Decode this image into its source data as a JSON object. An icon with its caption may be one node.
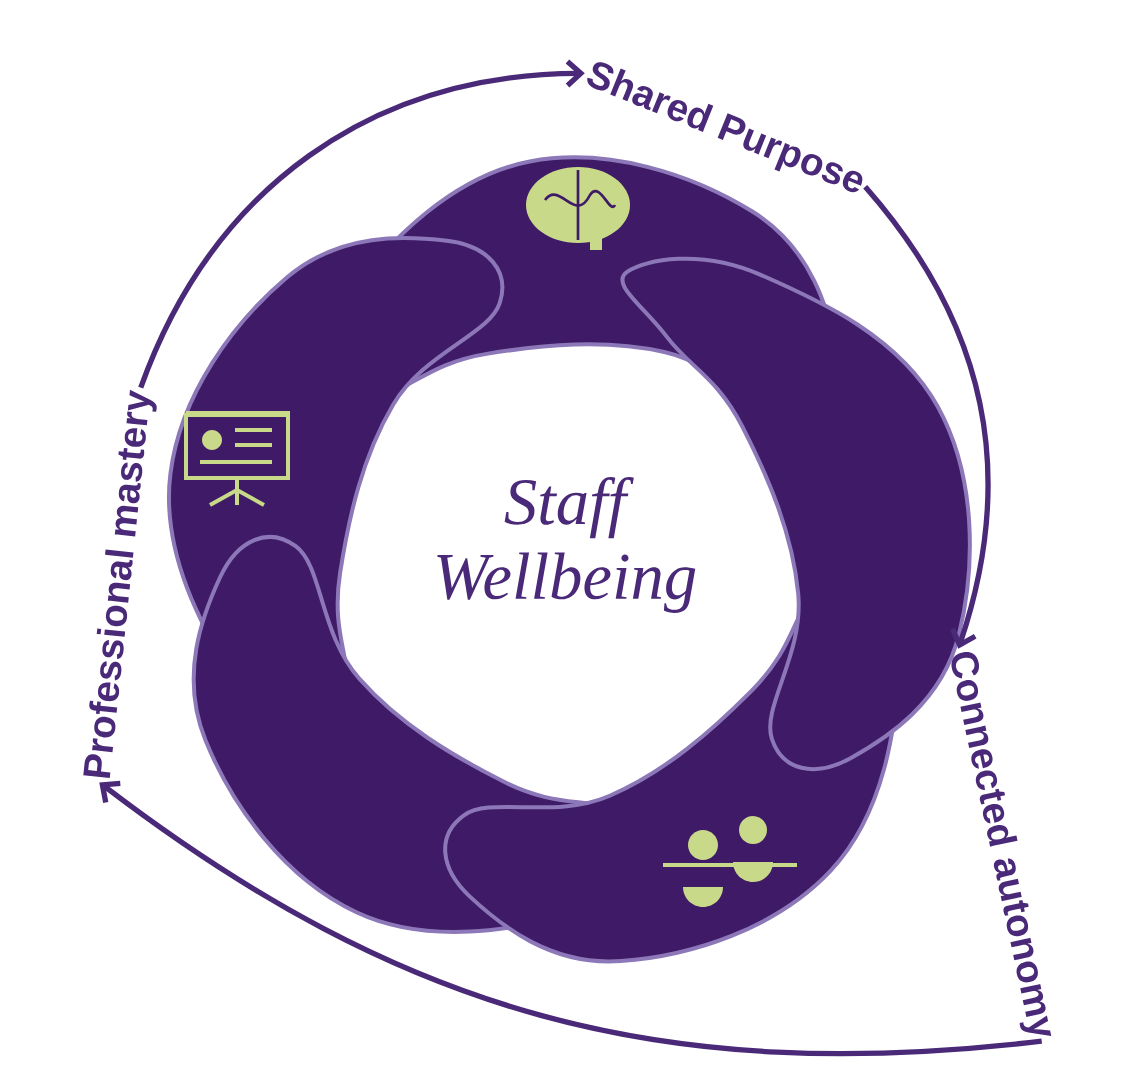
{
  "diagram": {
    "nodes": [
      {
        "text": [
          "Shared Purpose"
        ]
      },
      {
        "text": [
          "Connected autonomy"
        ]
      },
      {
        "text": [
          "Professional mastery"
        ]
      }
    ],
    "edges": [
      {
        "from": 2,
        "to": 0,
        "arrow": "to"
      },
      {
        "from": 0,
        "to": 1,
        "arrow": "to"
      },
      {
        "from": 1,
        "to": 2,
        "arrow": "to"
      }
    ],
    "labels": [
      "Staff Wellbeing"
    ]
  }
}
